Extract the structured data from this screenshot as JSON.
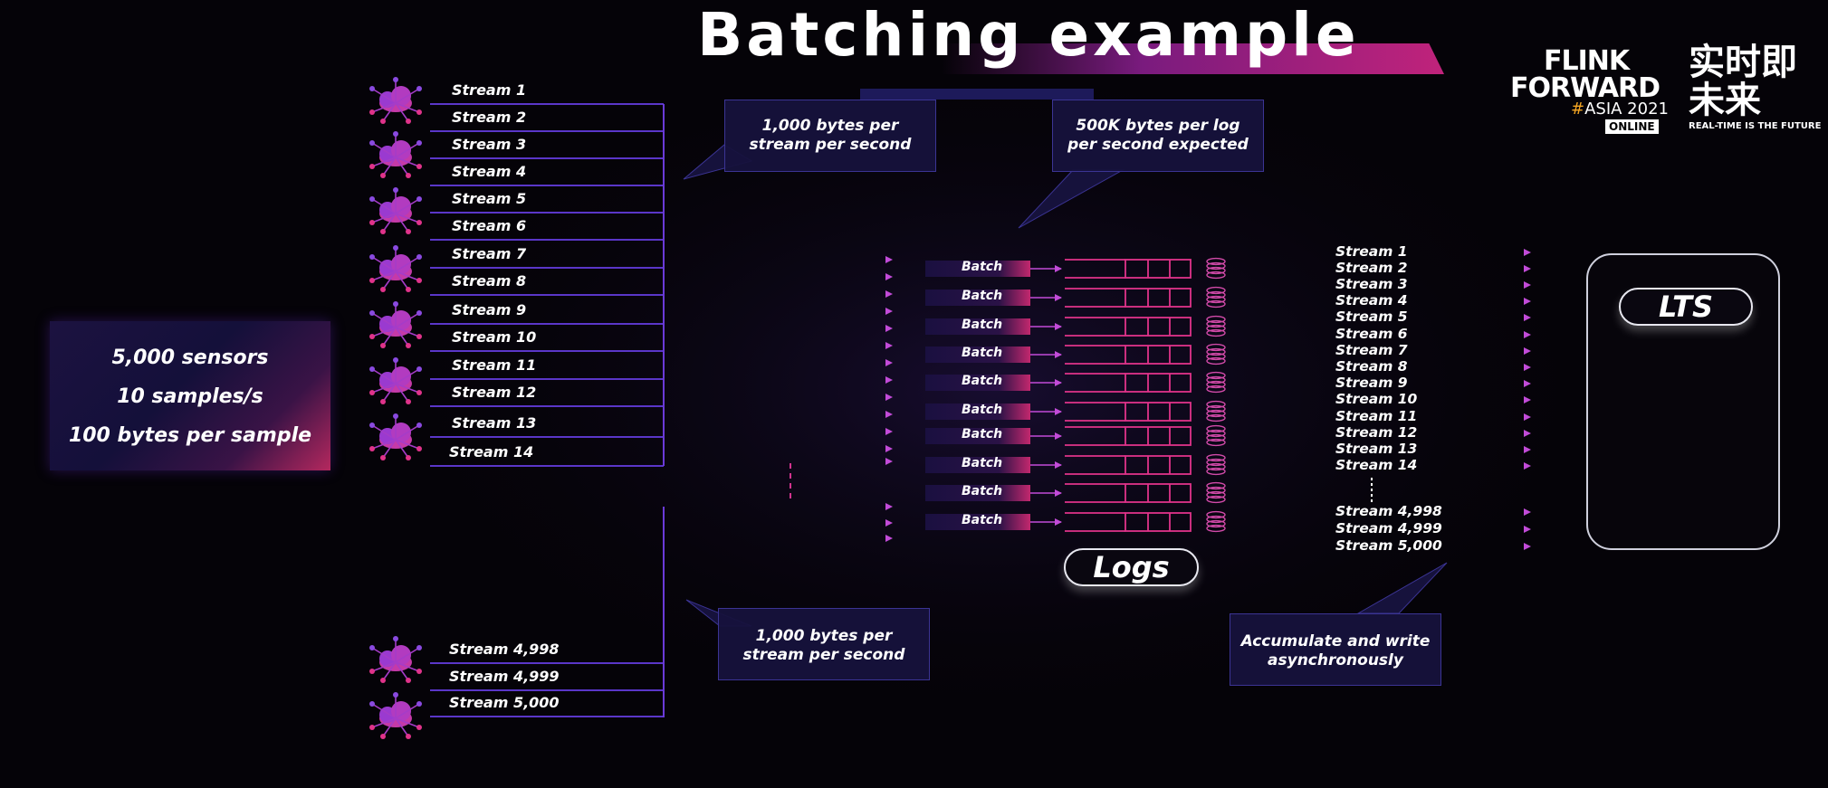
{
  "title": "Batching example",
  "logo": {
    "line1": "FLINK",
    "line2": "FORWARD",
    "hash": "#",
    "asia": "ASIA 2021",
    "online": "ONLINE",
    "chinese": "实时即未来",
    "tagline": "REAL-TIME IS THE FUTURE"
  },
  "sensor_info": {
    "line1": "5,000 sensors",
    "line2": "10 samples/s",
    "line3": "100 bytes per sample"
  },
  "callouts": {
    "top_rate": [
      "1,000 bytes per",
      "stream per second"
    ],
    "bottom_rate": [
      "1,000 bytes per",
      "stream per second"
    ],
    "log_rate": [
      "500K bytes per log",
      "per second expected"
    ],
    "accumulate": [
      "Accumulate and write",
      "asynchronously"
    ]
  },
  "left_streams": [
    "Stream 1",
    "Stream 2",
    "Stream 3",
    "Stream 4",
    "Stream 5",
    "Stream 6",
    "Stream 7",
    "Stream 8",
    "Stream 9",
    "Stream 10",
    "Stream 11",
    "Stream 12",
    "Stream 13",
    "Stream 14"
  ],
  "left_streams_tail": [
    "Stream 4,998",
    "Stream 4,999",
    "Stream 5,000"
  ],
  "batch_label": "Batch",
  "batch_count": 10,
  "logs_label": "Logs",
  "right_streams": [
    "Stream 1",
    "Stream 2",
    "Stream 3",
    "Stream 4",
    "Stream 5",
    "Stream 6",
    "Stream 7",
    "Stream 8",
    "Stream 9",
    "Stream 10",
    "Stream 11",
    "Stream 12",
    "Stream 13",
    "Stream 14"
  ],
  "right_streams_tail": [
    "Stream 4,998",
    "Stream 4,999",
    "Stream 5,000"
  ],
  "lts_label": "LTS",
  "colors": {
    "background": "#050308",
    "purple": "#7b3fe0",
    "magenta": "#e0338a",
    "violet_line": "#6a3ad8",
    "panel": "#16123c"
  }
}
